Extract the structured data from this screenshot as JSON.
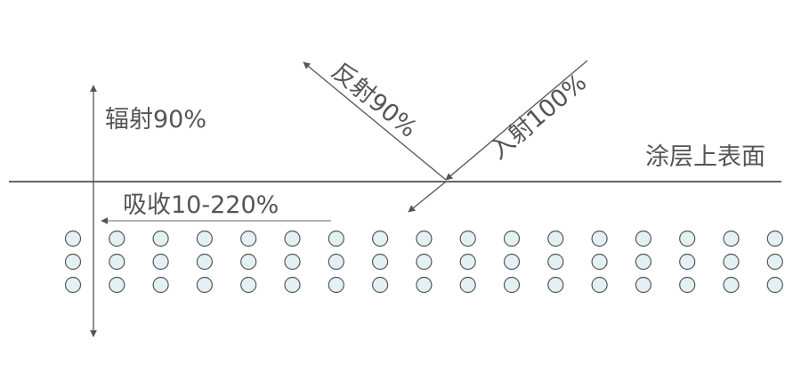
{
  "labels": {
    "radiation": "辐射90%",
    "reflection": "反射90%",
    "incident": "入射100%",
    "surface": "涂层上表面",
    "absorption": "吸收10-220%"
  },
  "particles": {
    "rows": 3,
    "cols": 17
  },
  "colors": {
    "line": "#333333",
    "arrow": "#777777",
    "particle_fill": "#e4f1f4",
    "particle_stroke": "#555555",
    "text": "#555555"
  }
}
